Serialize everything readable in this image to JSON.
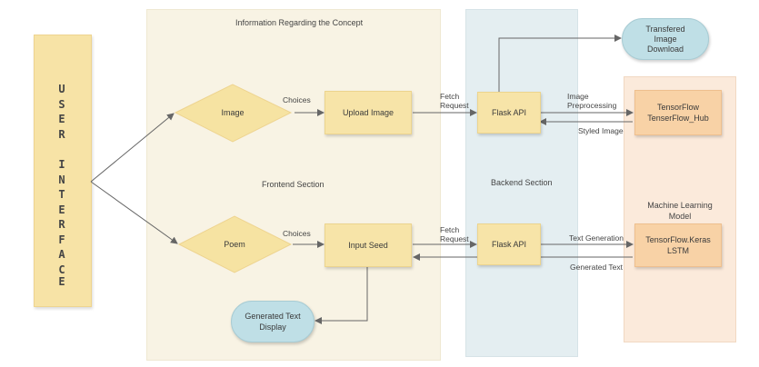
{
  "regions": {
    "frontend_title": "Information Regarding the Concept",
    "frontend_label": "Frontend Section",
    "backend_label": "Backend Section",
    "ml_label_line1": "Machine Learning",
    "ml_label_line2": "Model"
  },
  "user_interface": {
    "letters": [
      "U",
      "S",
      "E",
      "R",
      "",
      "I",
      "N",
      "T",
      "E",
      "R",
      "F",
      "A",
      "C",
      "E"
    ]
  },
  "nodes": {
    "image": "Image",
    "upload_image": "Upload Image",
    "flask_top": "Flask API",
    "tensorflow_hub_line1": "TensorFlow",
    "tensorflow_hub_line2": "TenserFlow_Hub",
    "transfered_line1": "Transfered",
    "transfered_line2": "Image",
    "transfered_line3": "Download",
    "poem": "Poem",
    "input_seed": "Input Seed",
    "flask_bottom": "Flask API",
    "keras_line1": "TensorFlow.Keras",
    "keras_line2": "LSTM",
    "generated_line1": "Generated Text",
    "generated_line2": "Display"
  },
  "edge_labels": {
    "choices_top": "Choices",
    "fetch_top_line1": "Fetch",
    "fetch_top_line2": "Request",
    "image_pre_line1": "Image",
    "image_pre_line2": "Preprocessing",
    "styled_image": "Styled Image",
    "choices_bottom": "Choices",
    "fetch_bottom_line1": "Fetch",
    "fetch_bottom_line2": "Request",
    "text_generation": "Text Generation",
    "generated_text": "Generated Text"
  },
  "colors": {
    "frontend_bg": "#f8f3e4",
    "backend_bg": "#e4eef1",
    "ml_bg": "#fbeadb",
    "ui_bar": "#f7e3a6",
    "diamond": "#f6e3a2",
    "arrow": "#666666"
  }
}
